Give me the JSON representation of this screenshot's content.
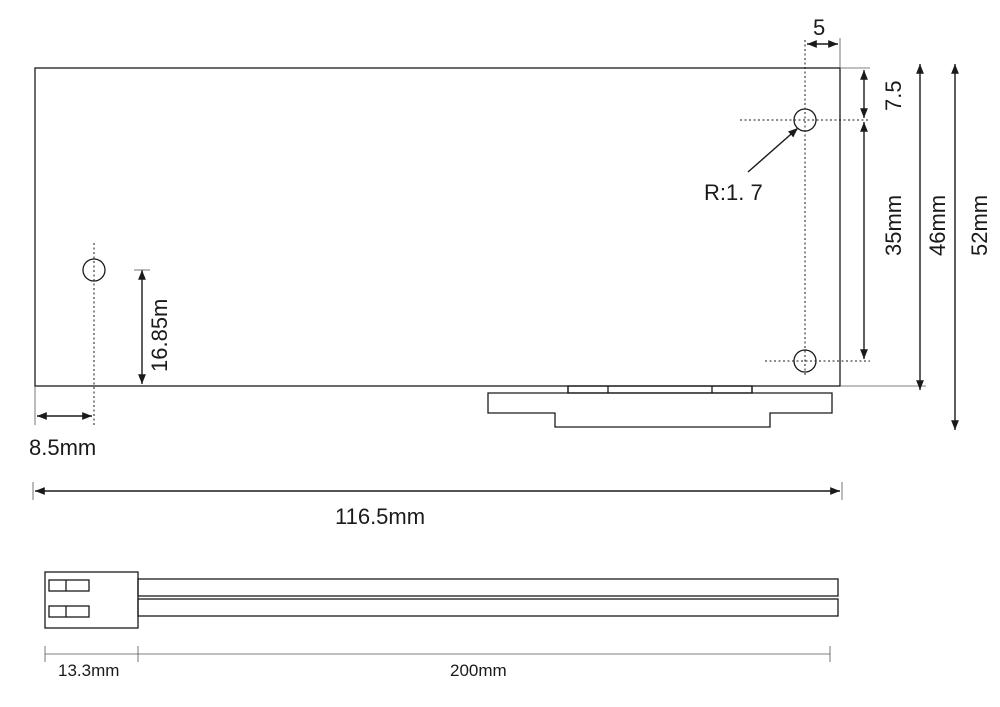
{
  "labels": {
    "hole_radius": "R:1. 7",
    "edge_offset_top": "5",
    "hole_offset_top": "7.5",
    "hole_spacing": "35mm",
    "height_body": "46mm",
    "height_total": "52mm",
    "left_hole_height": "16.85m",
    "left_hole_offset": "8.5mm",
    "total_length": "116.5mm",
    "connector_length": "13.3mm",
    "cable_length": "200mm"
  }
}
